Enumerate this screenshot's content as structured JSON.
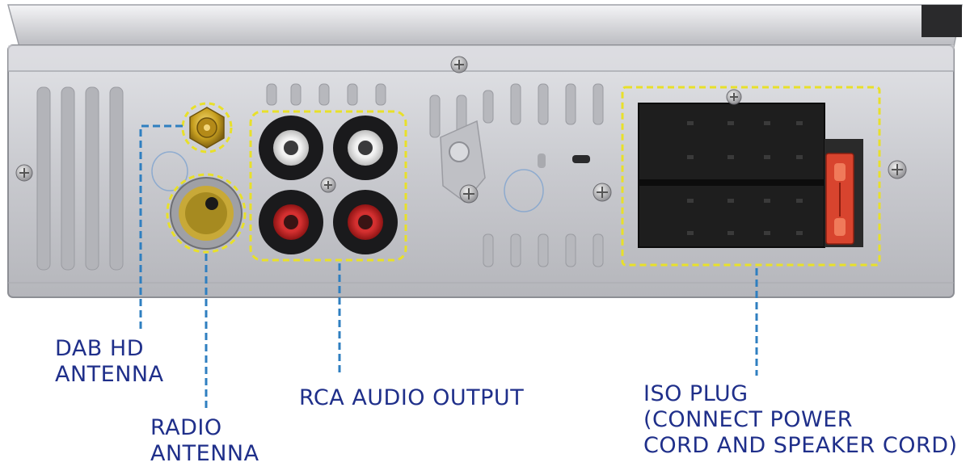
{
  "colors": {
    "panel": "#c9cacf",
    "leader_line": "#2f7fc0",
    "highlight_dash": "#e8e02a",
    "label_text": "#1f2f8a",
    "gold": "#c8a020",
    "iso_block": "#1e1e1e",
    "fuse": "#d8442e"
  },
  "labels": {
    "dab_line1": "DAB HD",
    "dab_line2": "ANTENNA",
    "radio_line1": "RADIO",
    "radio_line2": "ANTENNA",
    "rca": "RCA AUDIO OUTPUT",
    "iso_line1": "ISO PLUG",
    "iso_line2": "(CONNECT POWER",
    "iso_line3": "CORD AND SPEAKER CORD)"
  }
}
